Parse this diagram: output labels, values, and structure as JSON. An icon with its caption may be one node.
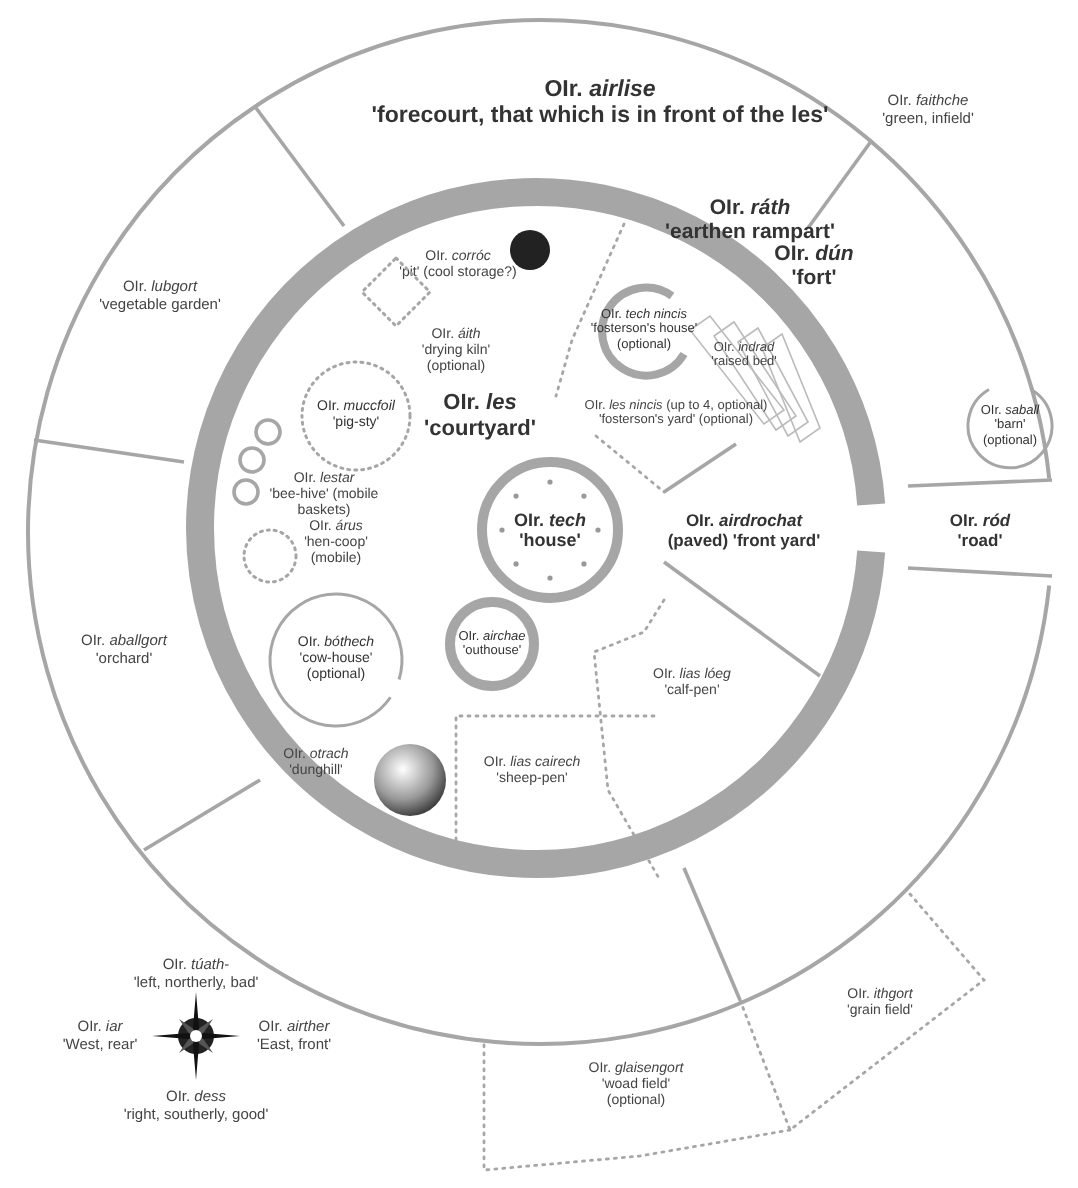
{
  "diagram": {
    "nodes": [
      {
        "text": [
          "OIr. *tech* 'house'"
        ]
      },
      {
        "text": [
          "OIr. *airchae* 'outhouse'"
        ]
      },
      {
        "text": [
          "OIr. *bóthech* 'cow-house' (optional)"
        ]
      },
      {
        "text": [
          "OIr. *muccfoil* 'pig-sty'"
        ]
      },
      {
        "text": [
          "OIr. *saball* 'barn' (optional)"
        ]
      },
      {
        "text": [
          "OIr. *tech nincis* 'fosterson's house' (optional)"
        ]
      },
      {
        "text": [],
        "shape": "circle",
        "beside": [
          "OIr. *corróc* 'pit' (cool storage?)"
        ]
      },
      {
        "text": [],
        "shape": "diamond",
        "beside": [
          "OIr. *áith* 'drying kiln' (optional)"
        ]
      },
      {
        "text": [],
        "shape": "circle",
        "beside": [
          "OIr. *árus* 'hen-coop' (mobile)"
        ]
      },
      {
        "text": [],
        "shape": "circle",
        "beside": [
          "OIr. *otrach* 'dunghill'"
        ]
      }
    ],
    "labels": [
      "OIr. *airlise* 'forecourt, that which is in front of the les'",
      "OIr. *faithche* 'green, infield'",
      "OIr. *lubgort* 'vegetable garden'",
      "OIr. *ráth* 'earthen rampart'",
      "OIr. *dún* 'fort'",
      "OIr. *les* 'courtyard'",
      "OIr. *indrad* 'raised bed'",
      "OIr. *les nincis* (up to 4, optional) 'fosterson's yard' (optional)",
      "OIr. *lestar* 'bee-hive' (mobile baskets)",
      "OIr. *airdrochat* (paved) 'front yard'",
      "OIr. *ród* 'road'",
      "OIr. *aballgort* 'orchard'",
      "OIr. *lias lóeg* 'calf-pen'",
      "OIr. *lias cairech* 'sheep-pen'",
      "OIr. *túath*- 'left, northerly, bad'",
      "OIr. *iar* 'West, rear'",
      "OIr. *airther* 'East, front'",
      "OIr. *dess* 'right, southerly, good'",
      "OIr. *ithgort* 'grain field'",
      "OIr. *glaisengort* 'woad field' (optional)"
    ]
  }
}
